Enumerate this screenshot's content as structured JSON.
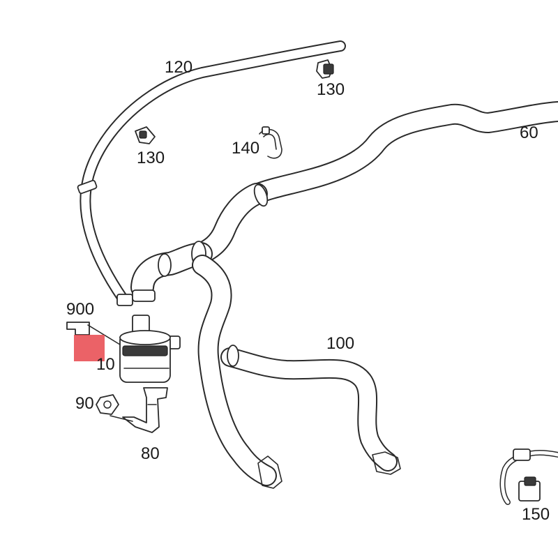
{
  "diagram": {
    "labels": {
      "hose_120": "120",
      "clip_130_top": "130",
      "clip_130_left": "130",
      "clamp_140": "140",
      "hose_60": "60",
      "part_900": "900",
      "part_10": "10",
      "part_90": "90",
      "bracket_80": "80",
      "hose_100": "100",
      "part_150": "150"
    },
    "highlight_color": "#e8474c"
  }
}
